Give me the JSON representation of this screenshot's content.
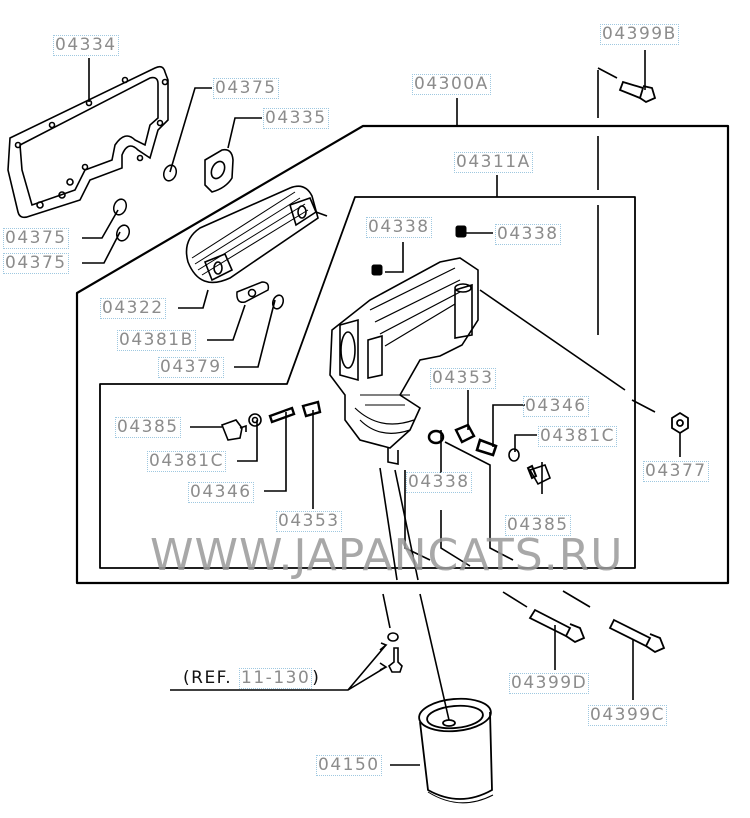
{
  "diagram": {
    "watermark": "WWW.JAPANCATS.RU",
    "colors": {
      "line": "#000000",
      "label_text": "#8c8c8c",
      "label_border": "#9fc8e0",
      "watermark": "#9a9a9a"
    },
    "labels": {
      "p04334": "04334",
      "p04375_top": "04375",
      "p04335": "04335",
      "p04375_a": "04375",
      "p04375_b": "04375",
      "p04300A": "04300A",
      "p04399B": "04399B",
      "p04311A": "04311A",
      "p04338_left": "04338",
      "p04338_right": "04338",
      "p04322": "04322",
      "p04381B": "04381B",
      "p04379": "04379",
      "p04385_left": "04385",
      "p04381C_left": "04381C",
      "p04346_left": "04346",
      "p04353_left": "04353",
      "p04353_right": "04353",
      "p04346_right": "04346",
      "p04381C_right": "04381C",
      "p04377": "04377",
      "p04338_bottom": "04338",
      "p04385_right": "04385",
      "p04399D": "04399D",
      "p04399C": "04399C",
      "p04150": "04150"
    },
    "reference": {
      "prefix": "(REF.",
      "link": "11-130",
      "suffix": ")"
    }
  }
}
